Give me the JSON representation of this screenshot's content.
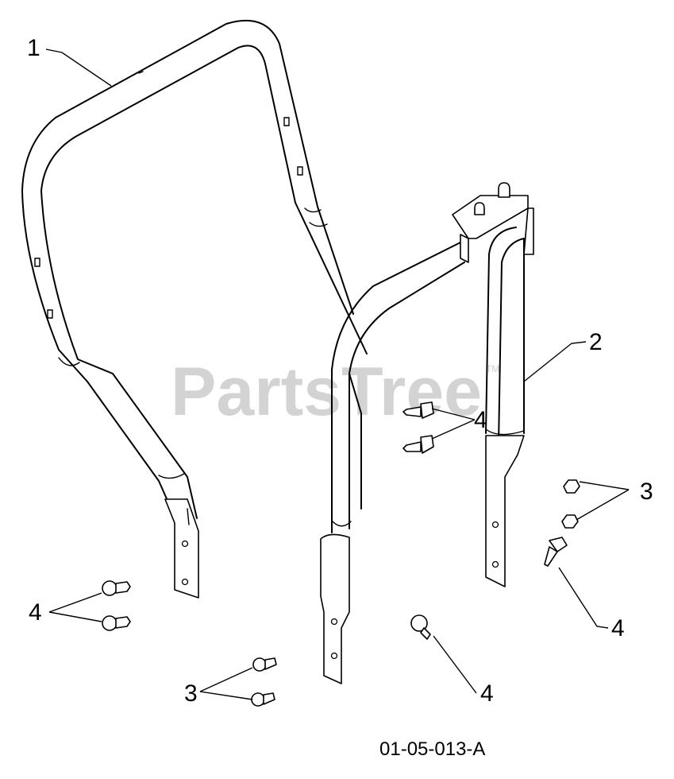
{
  "watermark": {
    "text": "PartsTree",
    "trademark": "TM"
  },
  "callouts": {
    "c1": "1",
    "c2": "2",
    "c3_right": "3",
    "c3_bottom": "3",
    "c4_center": "4",
    "c4_left": "4",
    "c4_right": "4",
    "c4_bottom": "4"
  },
  "diagram_code": "01-05-013-A",
  "colors": {
    "line": "#000000",
    "watermark": "#d3d3d3",
    "background": "#ffffff"
  }
}
